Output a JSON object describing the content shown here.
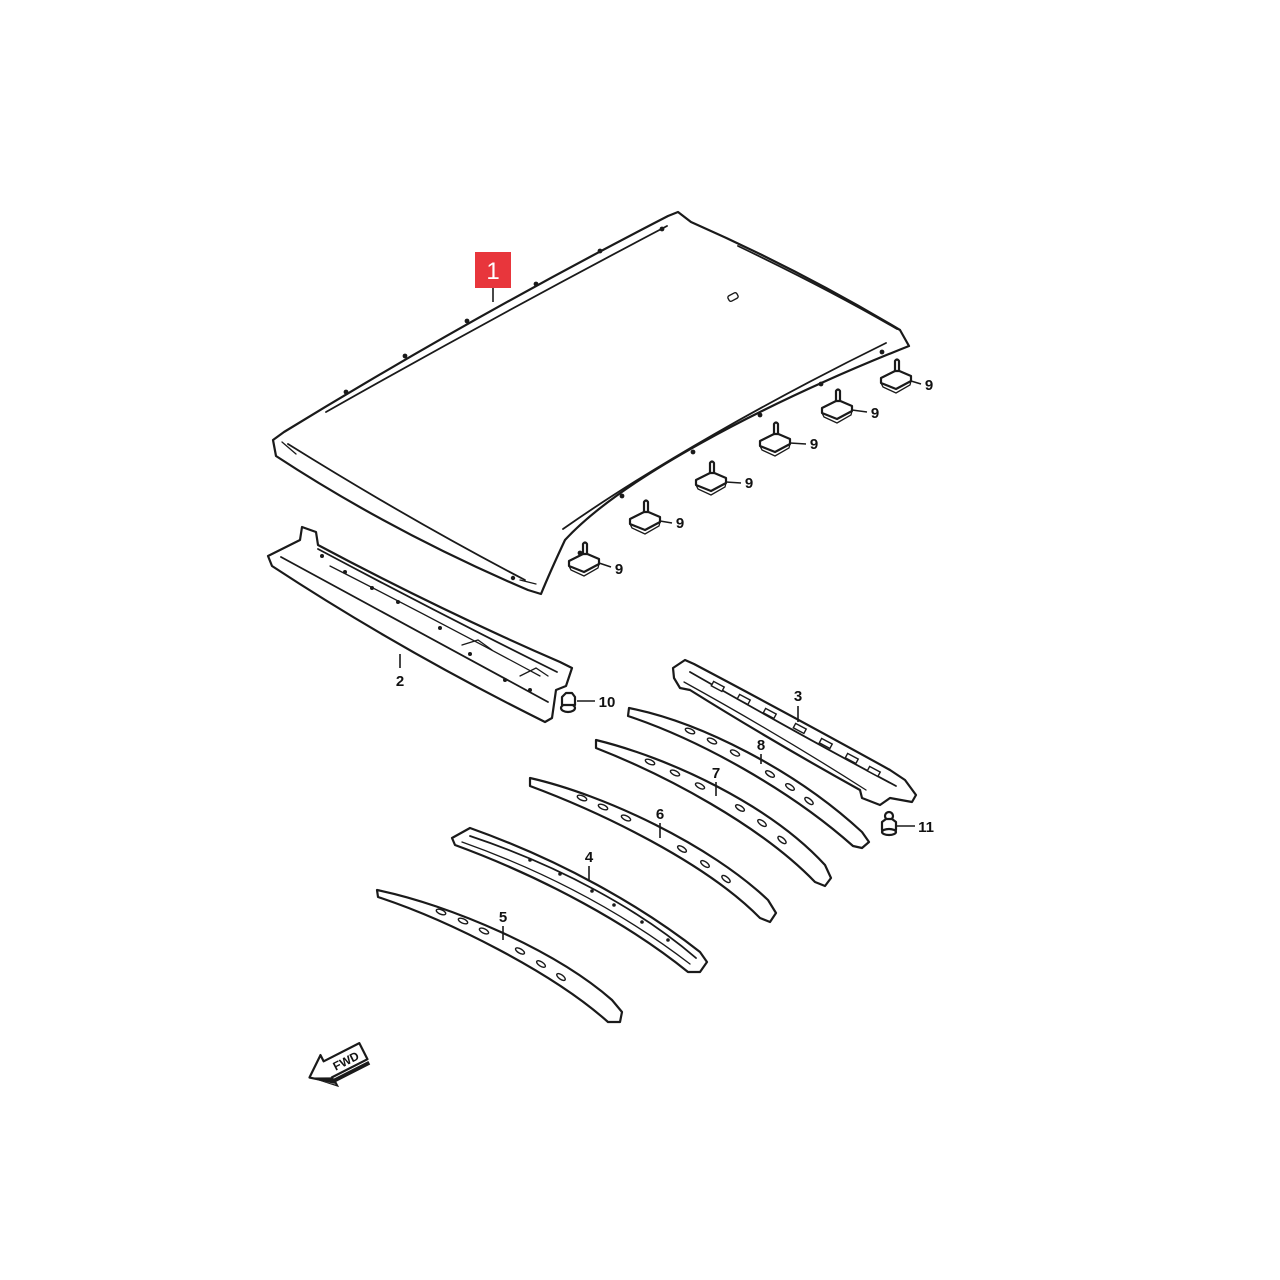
{
  "callouts": {
    "part_1": "1",
    "part_2": "2",
    "part_3": "3",
    "part_4": "4",
    "part_5": "5",
    "part_6": "6",
    "part_7": "7",
    "part_8": "8",
    "part_9": "9",
    "part_10": "10",
    "part_11": "11"
  },
  "direction": {
    "label": "FWD",
    "icon": "fwd-arrow-icon"
  },
  "colors": {
    "highlight": "#e8363c",
    "line": "#1a1a1a",
    "background": "#ffffff"
  }
}
